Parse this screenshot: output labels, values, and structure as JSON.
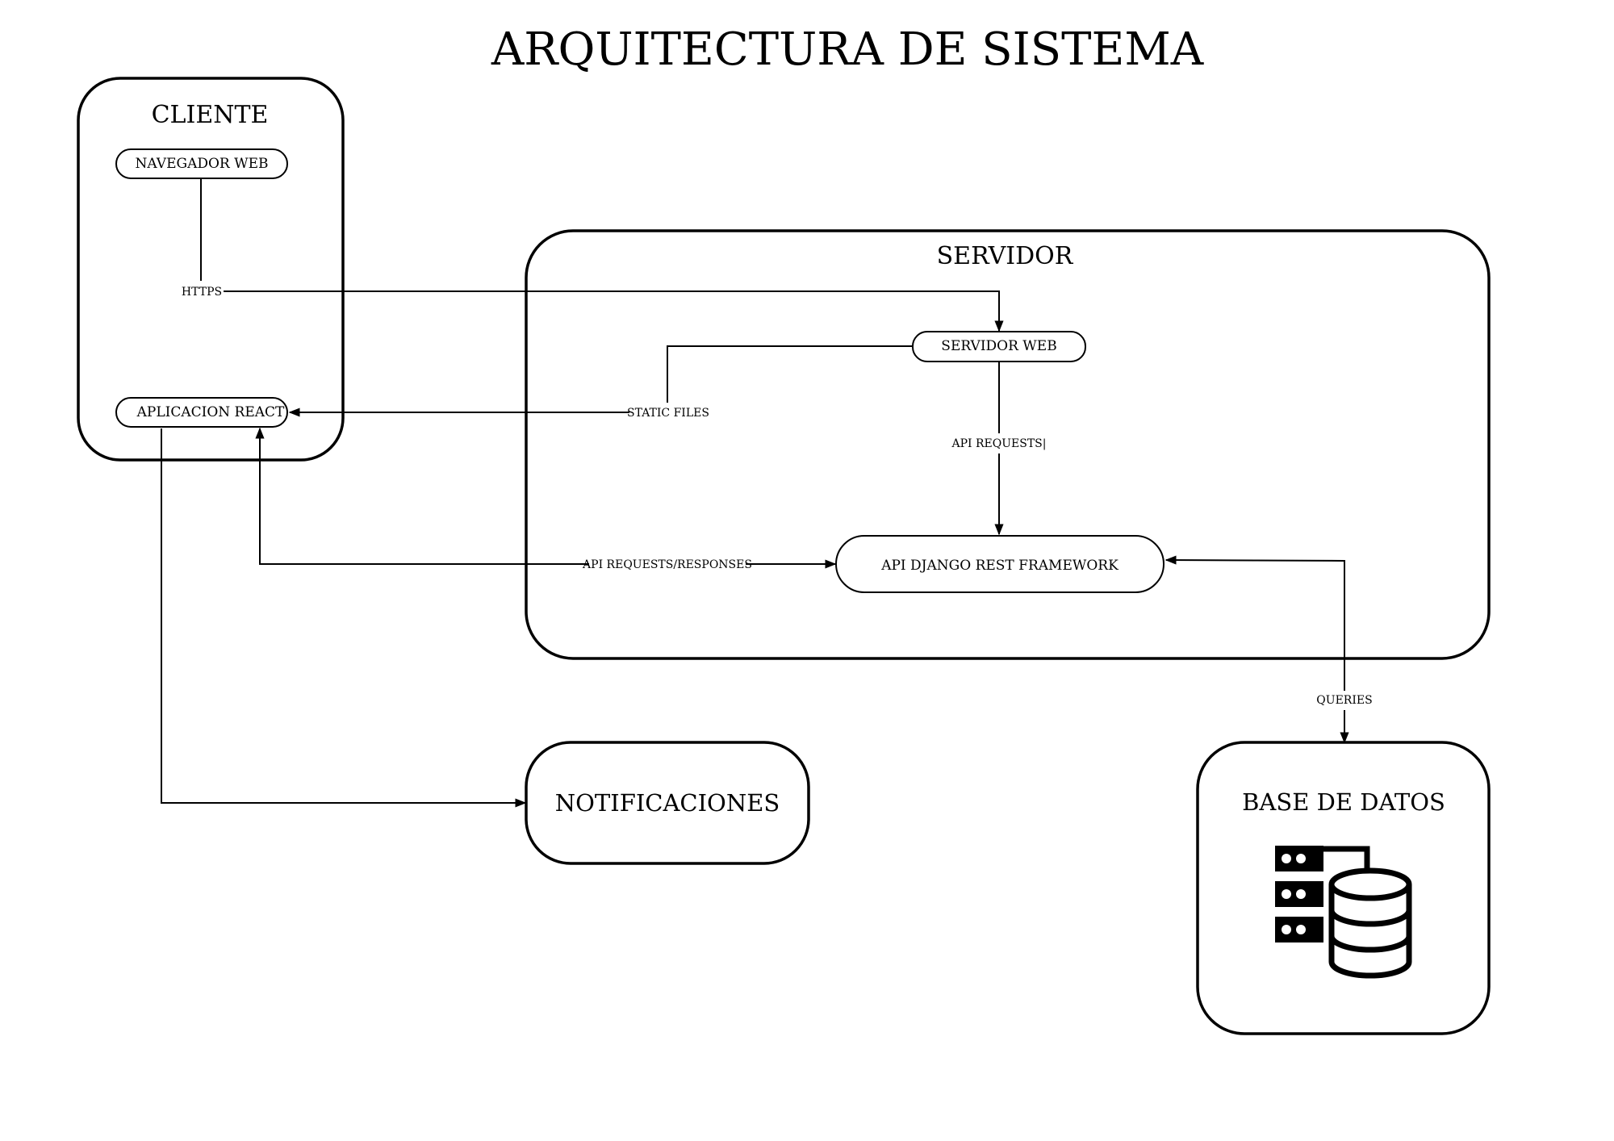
{
  "title": "ARQUITECTURA DE SISTEMA",
  "containers": {
    "cliente": "CLIENTE",
    "servidor": "SERVIDOR",
    "notificaciones": "NOTIFICACIONES",
    "base_de_datos": "BASE DE DATOS"
  },
  "nodes": {
    "navegador_web": "NAVEGADOR WEB",
    "aplicacion_react": "APLICACION REACT",
    "servidor_web": "SERVIDOR WEB",
    "api_django": "API DJANGO REST FRAMEWORK"
  },
  "edge_labels": {
    "https": "HTTPS",
    "static_files": "STATIC FILES",
    "api_requests": "API REQUESTS|",
    "api_requests_responses": "API REQUESTS/RESPONSES",
    "queries": "QUERIES"
  },
  "icons": {
    "database": "database-server-icon"
  }
}
